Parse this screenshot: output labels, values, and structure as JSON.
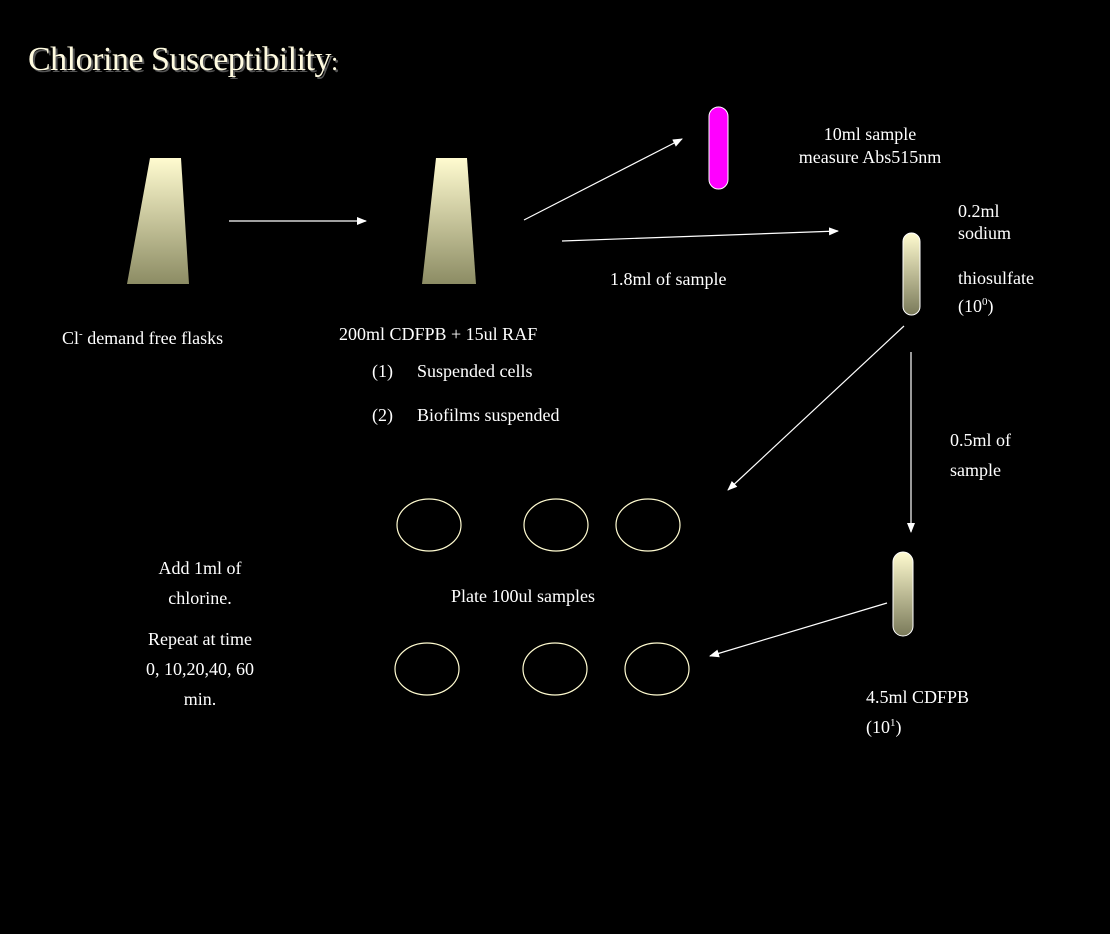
{
  "title": {
    "main": "Chlorine Susceptibility",
    "suffix": ":"
  },
  "labels": {
    "flasks_prefix": "Cl",
    "flasks_sup": "-",
    "flasks_suffix": " demand free flasks",
    "cdfpb": "200ml CDFPB + 15ul RAF",
    "item1_num": "(1)",
    "item1_text": "Suspended cells",
    "item2_num": "(2)",
    "item2_text": "Biofilms suspended",
    "abs_line1": "10ml sample",
    "abs_line2": "measure Abs515nm",
    "sample_18": "1.8ml of sample",
    "thio_line1": "0.2ml",
    "thio_line2": "sodium",
    "thio_line3": "thiosulfate",
    "thio_dil_base": "(10",
    "thio_dil_sup": "0",
    "thio_dil_close": ")",
    "sample_05_line1": "0.5ml of",
    "sample_05_line2": "sample",
    "plate": "Plate 100ul samples",
    "chlorine_line1": "Add 1ml of",
    "chlorine_line2": "chlorine.",
    "repeat_line1": "Repeat at time",
    "repeat_line2": "0, 10,20,40, 60",
    "repeat_line3": "min.",
    "dil_line1": "4.5ml CDFPB",
    "dil_base": "(10",
    "dil_sup": "1",
    "dil_close": ")"
  },
  "colors": {
    "background": "#000000",
    "text": "#ffffff",
    "flask_top": "#fffbd0",
    "flask_bottom": "#8c8c64",
    "magenta_tube": "#ff00ff",
    "arrow": "#ffffff"
  }
}
